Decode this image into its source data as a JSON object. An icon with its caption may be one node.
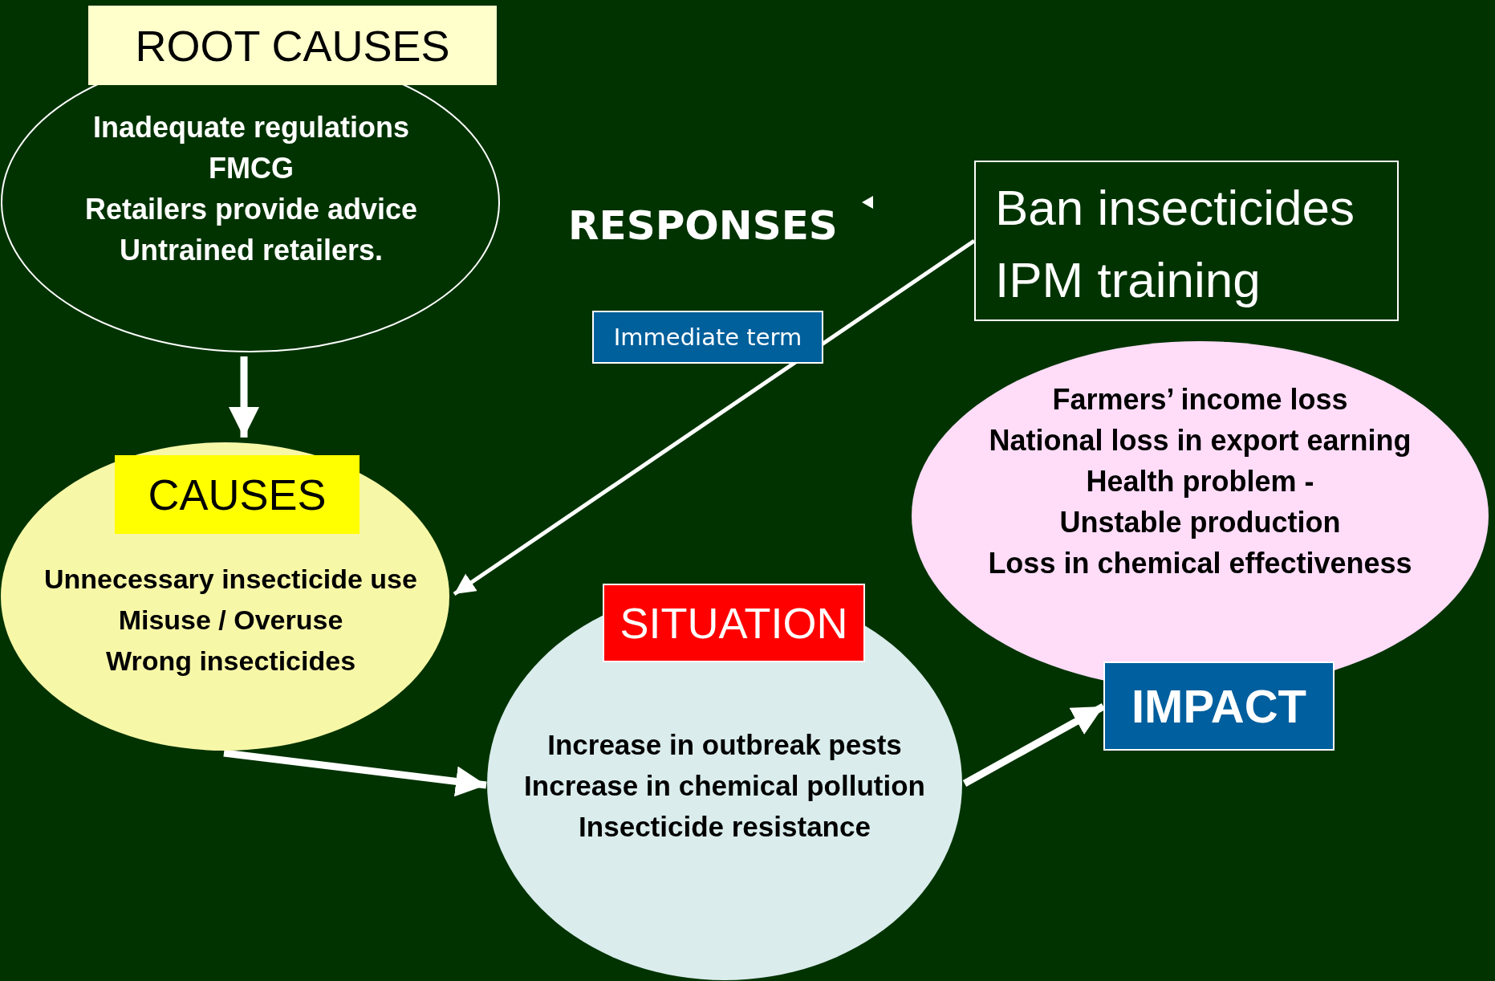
{
  "diagram": {
    "nodes": [
      {
        "text": [
          "ROOT CAUSES",
          "Inadequate regulations",
          "FMCG",
          "Retailers provide advice",
          "Untrained retailers."
        ]
      },
      {
        "text": [
          "CAUSES",
          "Unnecessary insecticide use",
          "Misuse / Overuse",
          "Wrong insecticides"
        ]
      },
      {
        "text": [
          "SITUATION",
          "Increase in outbreak pests",
          "Increase in chemical pollution",
          "Insecticide resistance"
        ]
      },
      {
        "text": [
          "Farmers’ income loss",
          "National loss in export earning",
          "Health problem -",
          "Unstable production",
          "Loss in chemical effectiveness",
          "IMPACT"
        ]
      },
      {
        "text": [
          "Ban insecticides",
          "IPM training"
        ]
      }
    ],
    "edges": [
      {
        "from": 0,
        "to": 1,
        "arrow": "to"
      },
      {
        "from": 4,
        "to": 1,
        "arrow": "to",
        "label": "Immediate term"
      },
      {
        "from": 1,
        "to": 2,
        "arrow": "to"
      },
      {
        "from": 2,
        "to": 3,
        "arrow": "to"
      }
    ],
    "labels": [
      "RESPONSES"
    ]
  }
}
